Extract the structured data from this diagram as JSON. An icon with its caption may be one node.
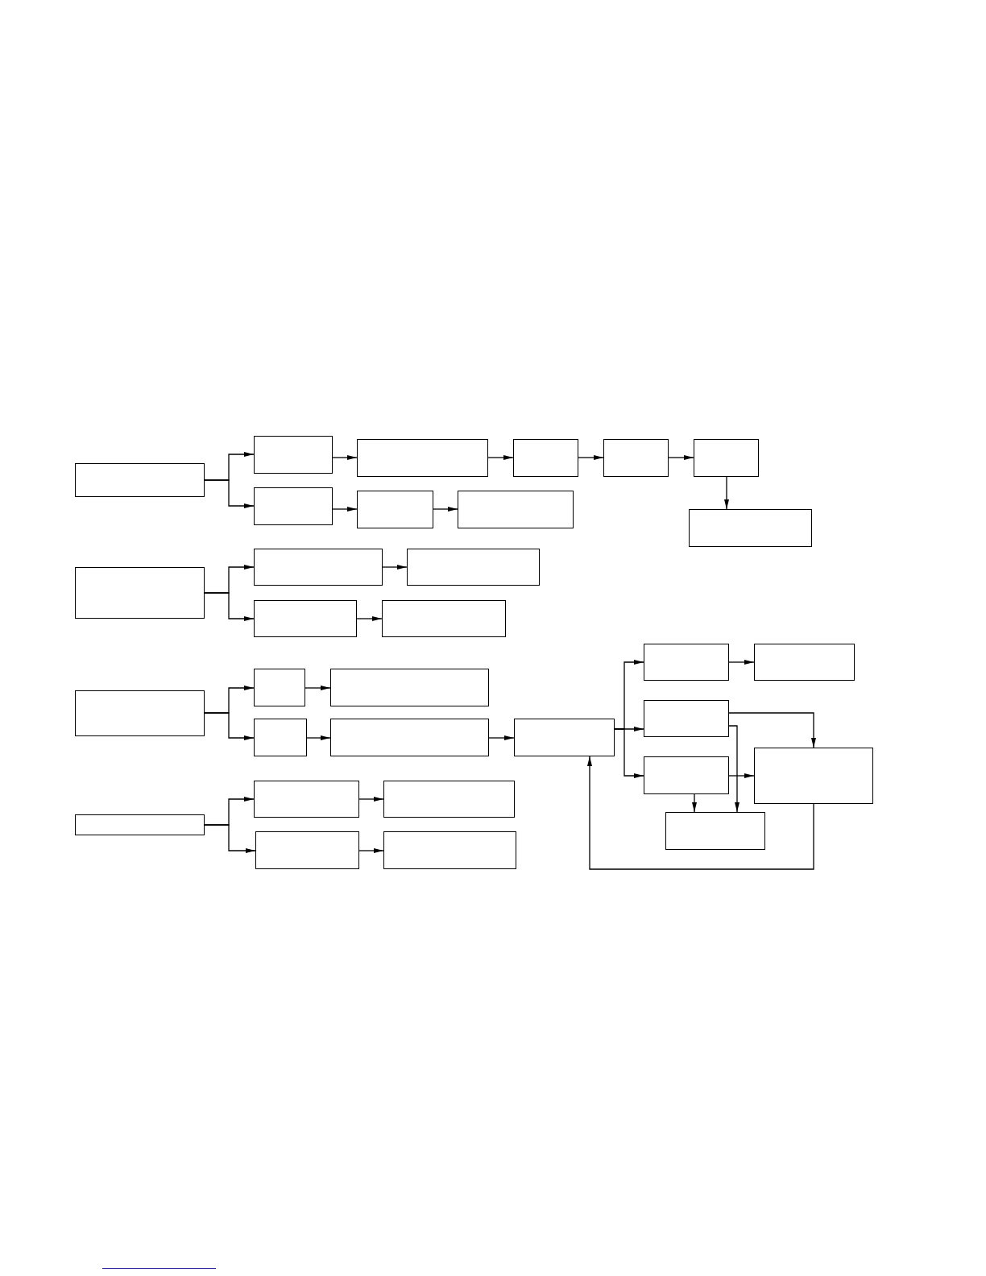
{
  "diagram": {
    "nodes": [
      {
        "text": [],
        "shape": "box"
      },
      {
        "text": [],
        "shape": "box"
      },
      {
        "text": [],
        "shape": "box"
      },
      {
        "text": [],
        "shape": "box"
      },
      {
        "text": [],
        "shape": "box"
      },
      {
        "text": [],
        "shape": "box"
      },
      {
        "text": [],
        "shape": "box"
      },
      {
        "text": [],
        "shape": "box"
      },
      {
        "text": [],
        "shape": "box"
      },
      {
        "text": [],
        "shape": "box"
      },
      {
        "text": [],
        "shape": "box"
      },
      {
        "text": [],
        "shape": "box"
      },
      {
        "text": [],
        "shape": "box"
      },
      {
        "text": [],
        "shape": "box"
      },
      {
        "text": [],
        "shape": "box"
      },
      {
        "text": [],
        "shape": "box"
      },
      {
        "text": [],
        "shape": "box"
      },
      {
        "text": [],
        "shape": "box"
      },
      {
        "text": [],
        "shape": "box"
      },
      {
        "text": [],
        "shape": "box"
      },
      {
        "text": [],
        "shape": "box"
      },
      {
        "text": [],
        "shape": "box"
      },
      {
        "text": [],
        "shape": "box"
      },
      {
        "text": [],
        "shape": "box"
      },
      {
        "text": [],
        "shape": "box"
      },
      {
        "text": [],
        "shape": "box"
      },
      {
        "text": [],
        "shape": "box"
      },
      {
        "text": [],
        "shape": "box"
      },
      {
        "text": [],
        "shape": "box"
      },
      {
        "text": [],
        "shape": "box"
      },
      {
        "text": [],
        "shape": "box"
      },
      {
        "text": [],
        "shape": "box"
      }
    ],
    "edges": [
      {
        "from": 5,
        "to": 0,
        "arrow": "to"
      },
      {
        "from": 5,
        "to": 6,
        "arrow": "to"
      },
      {
        "from": 0,
        "to": 1,
        "arrow": "to"
      },
      {
        "from": 1,
        "to": 2,
        "arrow": "to"
      },
      {
        "from": 2,
        "to": 3,
        "arrow": "to"
      },
      {
        "from": 3,
        "to": 4,
        "arrow": "to"
      },
      {
        "from": 4,
        "to": 9,
        "arrow": "to"
      },
      {
        "from": 6,
        "to": 7,
        "arrow": "to"
      },
      {
        "from": 7,
        "to": 8,
        "arrow": "to"
      },
      {
        "from": 12,
        "to": 10,
        "arrow": "to"
      },
      {
        "from": 12,
        "to": 13,
        "arrow": "to"
      },
      {
        "from": 10,
        "to": 11,
        "arrow": "to"
      },
      {
        "from": 13,
        "to": 14,
        "arrow": "to"
      },
      {
        "from": 19,
        "to": 17,
        "arrow": "to"
      },
      {
        "from": 19,
        "to": 21,
        "arrow": "to"
      },
      {
        "from": 17,
        "to": 18,
        "arrow": "to"
      },
      {
        "from": 21,
        "to": 22,
        "arrow": "to"
      },
      {
        "from": 22,
        "to": 23,
        "arrow": "to"
      },
      {
        "from": 29,
        "to": 26,
        "arrow": "to"
      },
      {
        "from": 29,
        "to": 30,
        "arrow": "to"
      },
      {
        "from": 26,
        "to": 27,
        "arrow": "to"
      },
      {
        "from": 30,
        "to": 31,
        "arrow": "to"
      },
      {
        "from": 23,
        "to": 15,
        "arrow": "to"
      },
      {
        "from": 23,
        "to": 20,
        "arrow": "to"
      },
      {
        "from": 23,
        "to": 25,
        "arrow": "to"
      },
      {
        "from": 15,
        "to": 16,
        "arrow": "to"
      },
      {
        "from": 20,
        "to": 24,
        "arrow": "to"
      },
      {
        "from": 20,
        "to": 28,
        "arrow": "to"
      },
      {
        "from": 25,
        "to": 24,
        "arrow": "to"
      },
      {
        "from": 25,
        "to": 28,
        "arrow": "to"
      },
      {
        "from": 24,
        "to": 23,
        "arrow": "to"
      }
    ]
  }
}
